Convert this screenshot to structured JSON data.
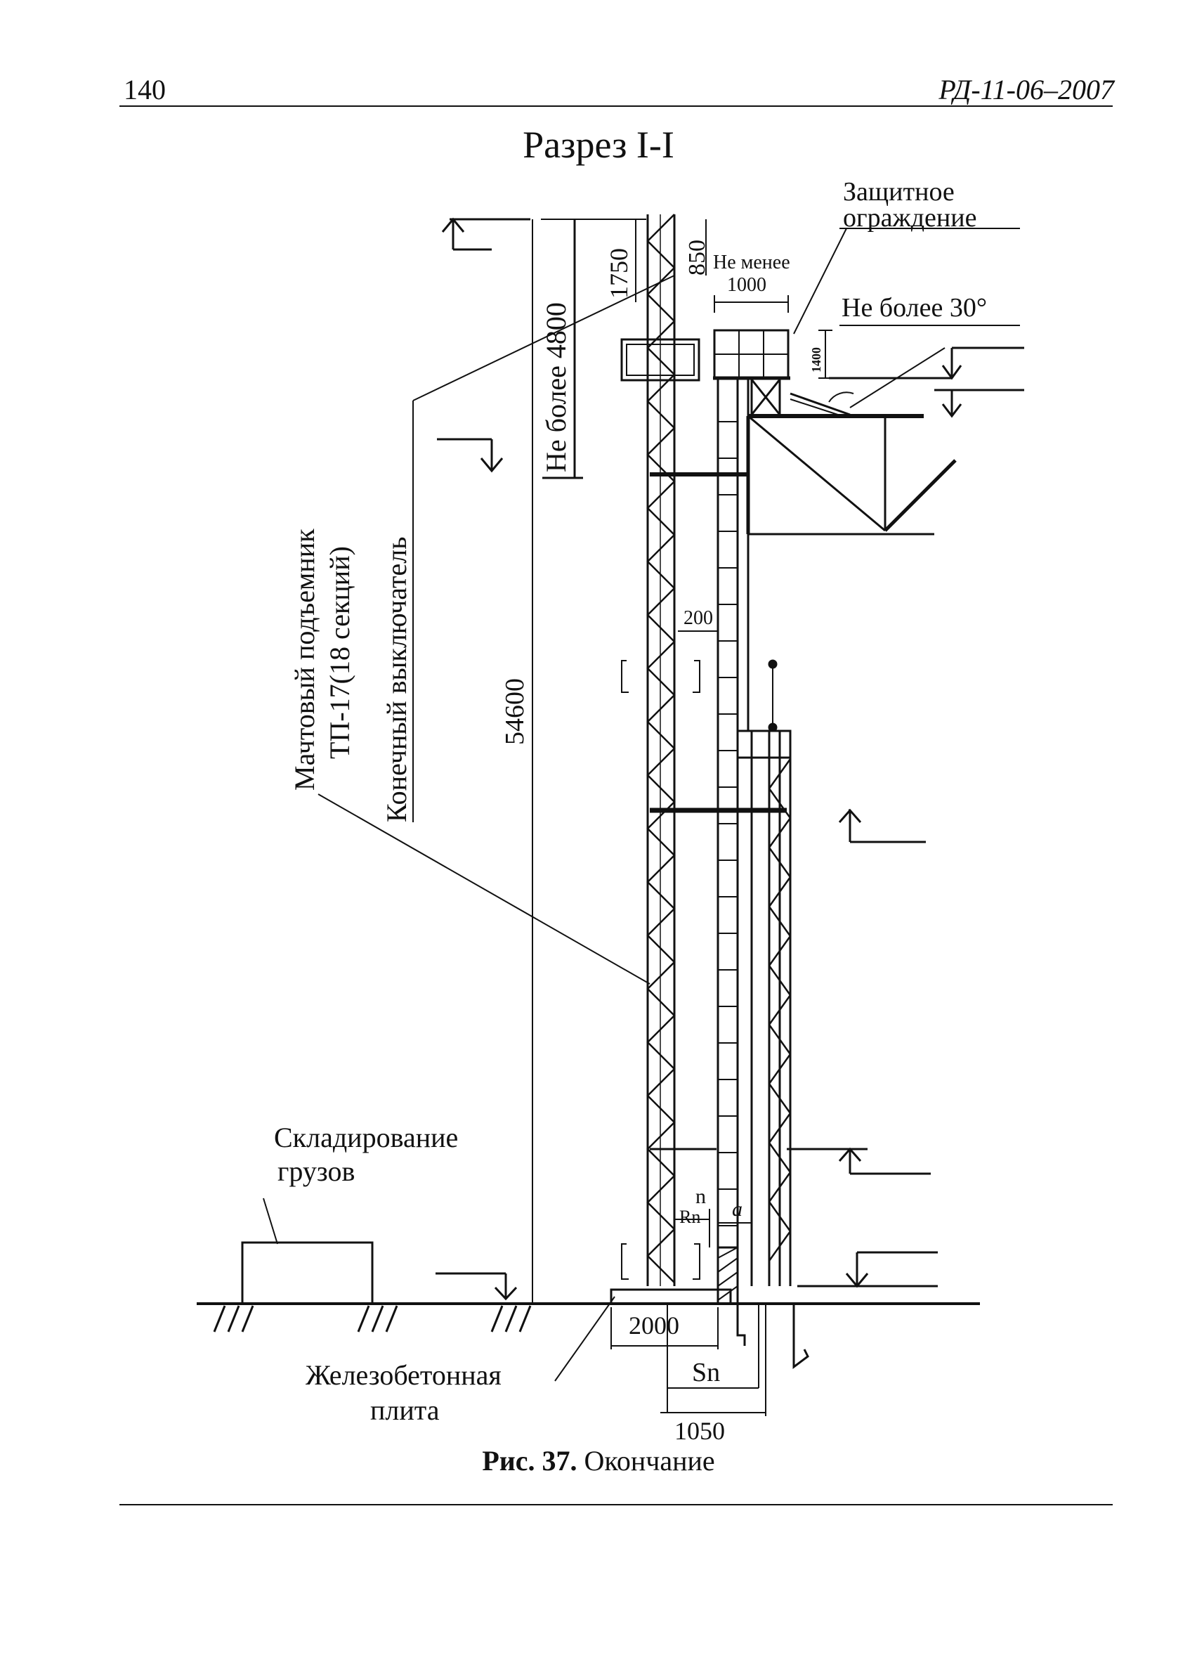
{
  "header": {
    "page_number": "140",
    "doc_code": "РД-11-06–2007"
  },
  "section_title": "Разрез I-I",
  "labels": {
    "guard_line1": "Защитное",
    "guard_line2": "ограждение",
    "no_less": "Не менее",
    "no_less_value": "1000",
    "angle": "Не более 30°",
    "dim_850": "850",
    "dim_1750": "1750",
    "dim_4800": "Не более 4800",
    "dim_54600": "54600",
    "dim_200": "200",
    "dim_1400": "1400",
    "mast_lift_line1": "Мачтовый подъемник",
    "mast_lift_line2": "ТП-17(18 секций)",
    "limit_switch": "Конечный выключатель",
    "storage_line1": "Складирование",
    "storage_line2": "грузов",
    "n": "n",
    "rn": "Rn",
    "a": "a",
    "dim_2000": "2000",
    "sn": "Sn",
    "dim_1050": "1050",
    "slab_line1": "Железобетонная",
    "slab_line2": "плита"
  },
  "caption": {
    "prefix": "Рис. 37.",
    "text": " Окончание"
  }
}
